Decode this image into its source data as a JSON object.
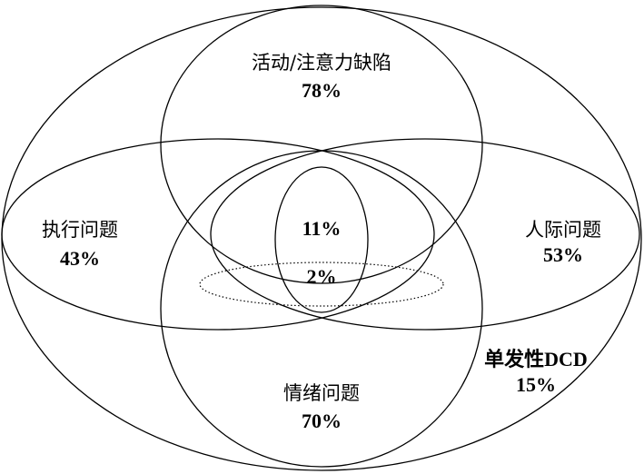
{
  "diagram": {
    "sets": [
      {
        "id": "adhd",
        "label": "活动/注意力缺陷",
        "value": "78%"
      },
      {
        "id": "executive",
        "label": "执行问题",
        "value": "43%"
      },
      {
        "id": "social",
        "label": "人际问题",
        "value": "53%"
      },
      {
        "id": "emotional",
        "label": "情绪问题",
        "value": "70%"
      },
      {
        "id": "pure_dcd",
        "label": "单发性DCD",
        "value": "15%"
      }
    ],
    "overlaps": {
      "core": "11%",
      "inner": "2%"
    }
  }
}
